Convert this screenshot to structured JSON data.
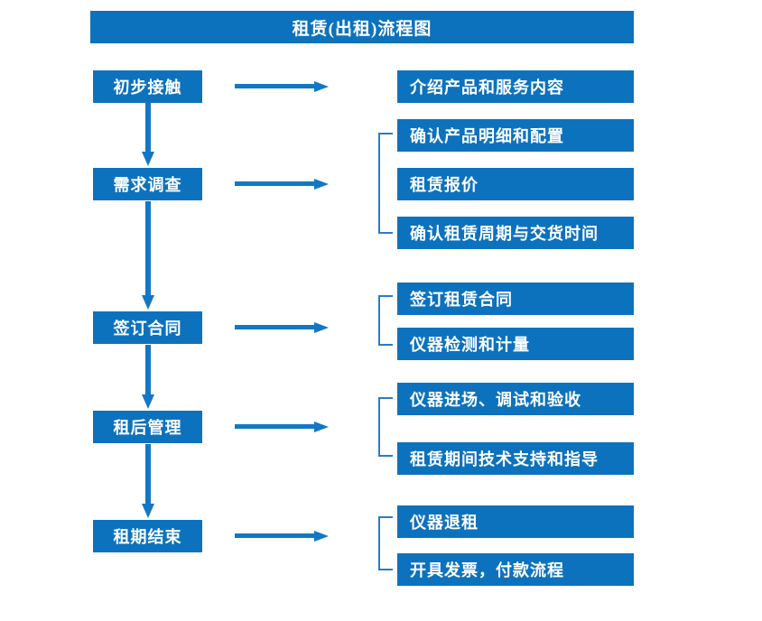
{
  "title": "租赁(出租)流程图",
  "colors": {
    "box_blue": "#0d72bd",
    "arrow_blue": "#1277c4",
    "bracket_blue": "#2b7cc4",
    "text_white": "#ffffff",
    "background": "#ffffff"
  },
  "stages": [
    {
      "label": "初步接触"
    },
    {
      "label": "需求调查"
    },
    {
      "label": "签订合同"
    },
    {
      "label": "租后管理"
    },
    {
      "label": "租期结束"
    }
  ],
  "details": [
    {
      "label": "介绍产品和服务内容"
    },
    {
      "label": "确认产品明细和配置"
    },
    {
      "label": "租赁报价"
    },
    {
      "label": "确认租赁周期与交货时间"
    },
    {
      "label": "签订租赁合同"
    },
    {
      "label": "仪器检测和计量"
    },
    {
      "label": "仪器进场、调试和验收"
    },
    {
      "label": "租赁期间技术支持和指导"
    },
    {
      "label": "仪器退租"
    },
    {
      "label": "开具发票，付款流程"
    }
  ],
  "groups": [
    {
      "stage": "需求调查",
      "members": [
        "确认产品明细和配置",
        "租赁报价",
        "确认租赁周期与交货时间"
      ]
    },
    {
      "stage": "签订合同",
      "members": [
        "签订租赁合同",
        "仪器检测和计量"
      ]
    },
    {
      "stage": "租后管理",
      "members": [
        "仪器进场、调试和验收",
        "租赁期间技术支持和指导"
      ]
    },
    {
      "stage": "租期结束",
      "members": [
        "仪器退租",
        "开具发票，付款流程"
      ]
    }
  ],
  "flow_connectors": {
    "vertical_arrow_count": 4,
    "horizontal_arrow_count": 5,
    "vertical_sequence": [
      "初步接触→需求调查",
      "需求调查→签订合同",
      "签订合同→租后管理",
      "租后管理→租期结束"
    ]
  }
}
